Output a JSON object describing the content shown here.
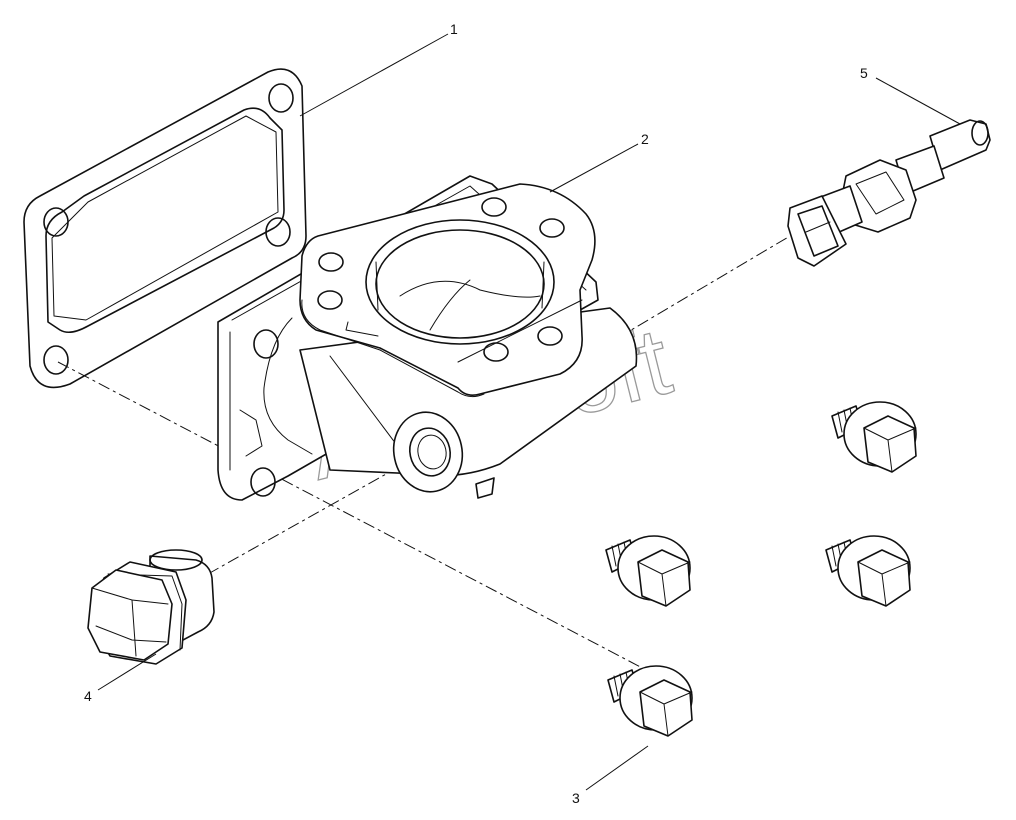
{
  "diagram": {
    "callouts": [
      {
        "id": "1",
        "label": "1"
      },
      {
        "id": "2",
        "label": "2"
      },
      {
        "id": "3",
        "label": "3"
      },
      {
        "id": "4",
        "label": "4"
      },
      {
        "id": "5",
        "label": "5"
      }
    ],
    "watermark": "AutoSoft"
  }
}
